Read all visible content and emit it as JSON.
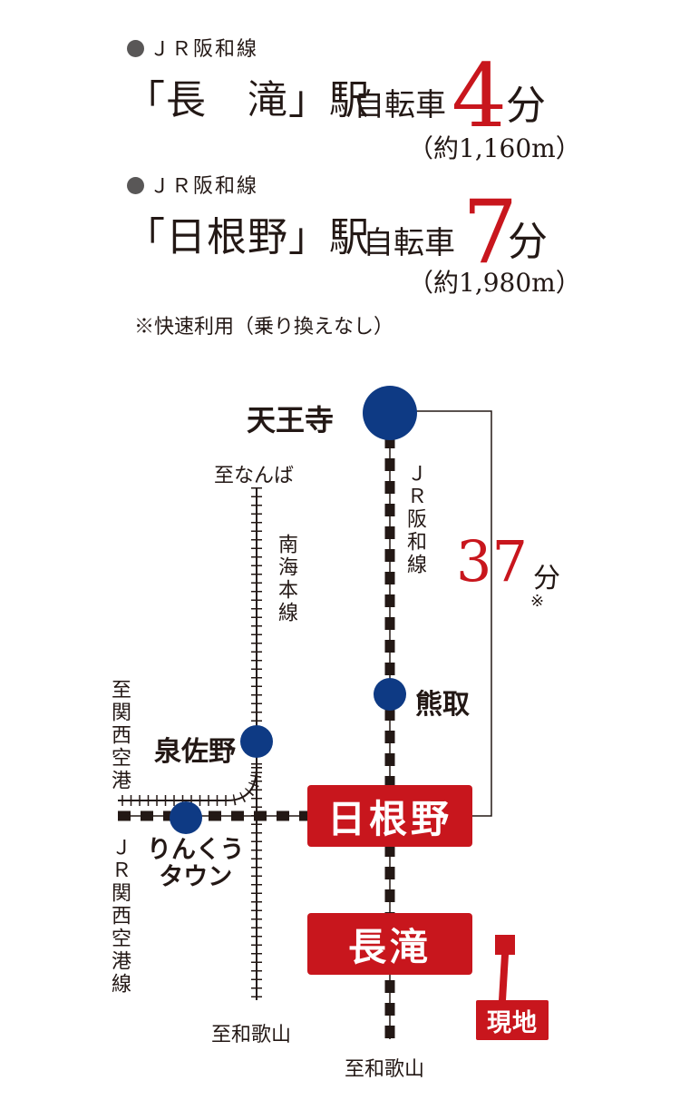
{
  "access": [
    {
      "line": "ＪＲ阪和線",
      "station": "「長　滝」駅",
      "mode": "自転車",
      "minutes": "4",
      "unit": "分",
      "distance": "（約1,160m）"
    },
    {
      "line": "ＪＲ阪和線",
      "station": "「日根野」駅",
      "mode": "自転車",
      "minutes": "7",
      "unit": "分",
      "distance": "（約1,980m）"
    }
  ],
  "note": "※快速利用（乗り換えなし）",
  "map": {
    "stations": {
      "tennoji": "天王寺",
      "kumatori": "熊取",
      "izumisano": "泉佐野",
      "rinku": [
        "りんくう",
        "タウン"
      ],
      "hineno": "日根野",
      "nagataki": "長滝"
    },
    "lines": {
      "hanwa": "ＪＲ阪和線",
      "nankai": "南海本線",
      "kansai_airport": "ＪＲ関西空港線"
    },
    "directions": {
      "to_namba": "至なんば",
      "to_kix": "至関西空港",
      "to_wakayama_nankai": "至和歌山",
      "to_wakayama_jr": "至和歌山"
    },
    "travel_time": {
      "value": "37",
      "unit": "分",
      "mark": "※"
    },
    "site": "現地",
    "colors": {
      "station_dot": "#0e3a84",
      "accent_red": "#c8161d",
      "rail": "#231815"
    }
  }
}
